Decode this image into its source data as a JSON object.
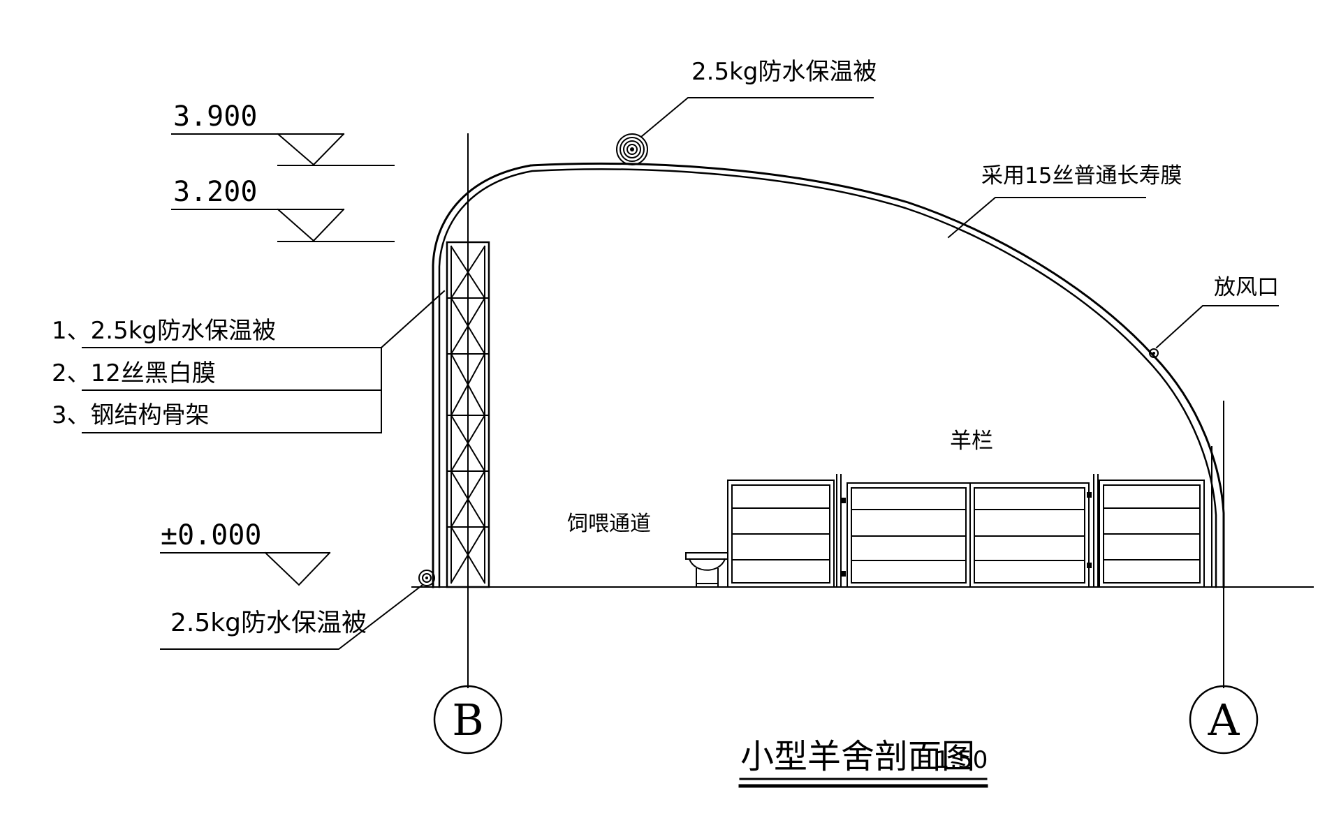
{
  "levels": {
    "top": "3.900",
    "mid": "3.200",
    "ground": "±0.000"
  },
  "labels": {
    "roll_top": "2.5kg防水保温被",
    "roof_film": "采用15丝普通长寿膜",
    "vent": "放风口",
    "pen": "羊栏",
    "aisle": "饲喂通道",
    "roll_bottom": "2.5kg防水保温被"
  },
  "wall_layers": [
    "1、2.5kg防水保温被",
    "2、12丝黑白膜",
    "3、钢结构骨架"
  ],
  "axes": {
    "left": "B",
    "right": "A"
  },
  "title": {
    "text": "小型羊舍剖面图",
    "scale": "1:50"
  }
}
